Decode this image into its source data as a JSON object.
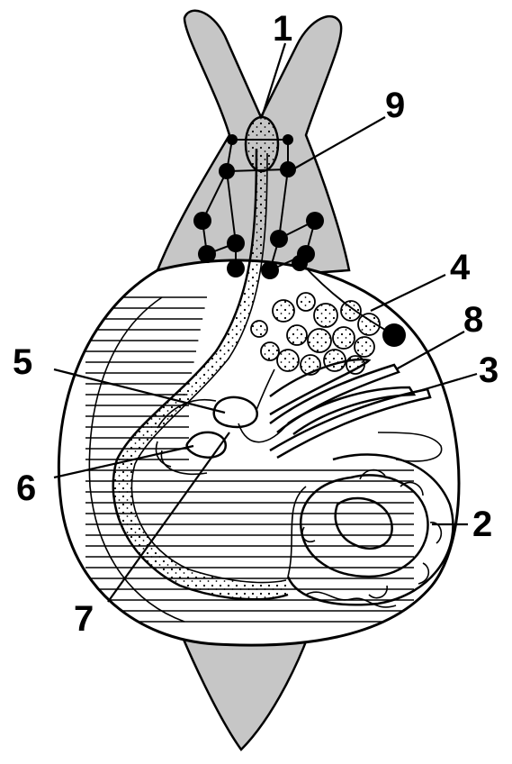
{
  "labels": [
    {
      "id": "1",
      "text": "1"
    },
    {
      "id": "2",
      "text": "2"
    },
    {
      "id": "3",
      "text": "3"
    },
    {
      "id": "4",
      "text": "4"
    },
    {
      "id": "5",
      "text": "5"
    },
    {
      "id": "6",
      "text": "6"
    },
    {
      "id": "7",
      "text": "7"
    },
    {
      "id": "8",
      "text": "8"
    },
    {
      "id": "9",
      "text": "9"
    }
  ],
  "colors": {
    "body": "#c6c6c6",
    "line": "#000000",
    "background": "#ffffff"
  }
}
